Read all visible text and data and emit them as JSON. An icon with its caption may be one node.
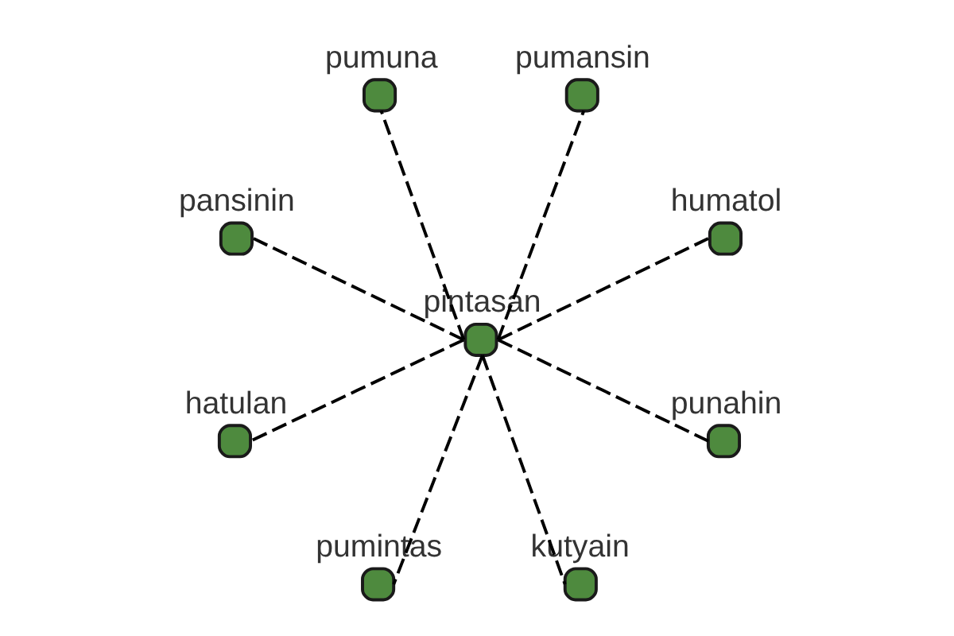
{
  "diagram": {
    "nodes": [
      {
        "text": [
          "pintasan"
        ]
      },
      {
        "text": [
          "humatol"
        ]
      },
      {
        "text": [
          "pumansin"
        ]
      },
      {
        "text": [
          "pumuna"
        ]
      },
      {
        "text": [
          "pansinin"
        ]
      },
      {
        "text": [
          "hatulan"
        ]
      },
      {
        "text": [
          "pumintas"
        ]
      },
      {
        "text": [
          "kutyain"
        ]
      },
      {
        "text": [
          "punahin"
        ]
      }
    ],
    "edges": [
      {
        "from": 0,
        "to": 1,
        "arrow": "none",
        "style": "dashed"
      },
      {
        "from": 0,
        "to": 2,
        "arrow": "none",
        "style": "dashed"
      },
      {
        "from": 0,
        "to": 3,
        "arrow": "none",
        "style": "dashed"
      },
      {
        "from": 0,
        "to": 4,
        "arrow": "none",
        "style": "dashed"
      },
      {
        "from": 0,
        "to": 5,
        "arrow": "none",
        "style": "dashed"
      },
      {
        "from": 0,
        "to": 6,
        "arrow": "none",
        "style": "dashed"
      },
      {
        "from": 0,
        "to": 7,
        "arrow": "none",
        "style": "dashed"
      },
      {
        "from": 0,
        "to": 8,
        "arrow": "none",
        "style": "dashed"
      }
    ]
  }
}
